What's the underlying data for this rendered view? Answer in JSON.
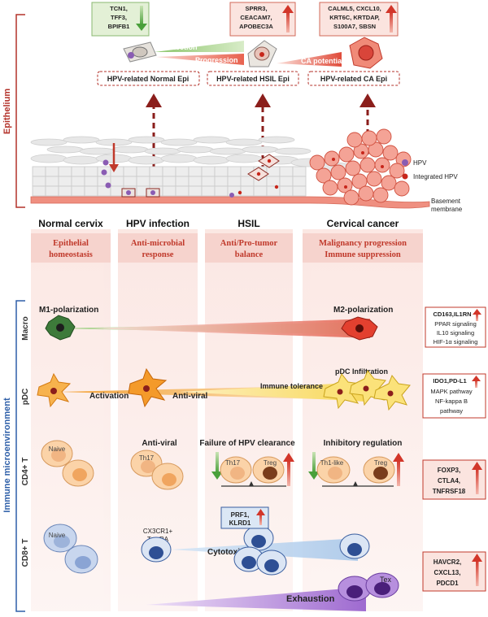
{
  "sections": {
    "epithelium": "Epithelium",
    "immune": "Immune microenvironment"
  },
  "gene_boxes": {
    "normal": [
      "TCN1,",
      "TFF3,",
      "BPIFB1"
    ],
    "hsil": [
      "SPRR3,",
      "CEACAM7,",
      "APOBEC3A"
    ],
    "ca": [
      "CALML5, CXCL10,",
      "KRT6C, KRTDAP,",
      "S100A7, SBSN"
    ],
    "macro": [
      "CD163,IL1RN",
      "PPAR signaling",
      "IL10 signaling",
      "HIF-1α signaling"
    ],
    "pdc": [
      "IDO1,PD-L1",
      "MAPK pathway",
      "NF-kappa B",
      "pathway"
    ],
    "cd4": [
      "FOXP3,",
      "CTLA4,",
      "TNFRSF18"
    ],
    "cd8": [
      "HAVCR2,",
      "CXCL13,",
      "PDCD1"
    ],
    "prf": [
      "PRF1,",
      "KLRD1"
    ]
  },
  "labels": {
    "protection": "Protection",
    "progression": "Progression",
    "ca_potential": "CA potential",
    "epi_normal": "HPV-related Normal Epi",
    "epi_hsil": "HPV-related HSIL Epi",
    "epi_ca": "HPV-related CA Epi",
    "legend_hpv": "HPV",
    "legend_integrated": "Integrated HPV",
    "basement_1": "Basement",
    "basement_2": "membrane"
  },
  "stages": [
    {
      "title": "Normal cervix",
      "desc1": "Epithelial",
      "desc2": "homeostasis"
    },
    {
      "title": "HPV infection",
      "desc1": "Anti-microbial",
      "desc2": "response"
    },
    {
      "title": "HSIL",
      "desc1": "Anti/Pro-tumor",
      "desc2": "balance"
    },
    {
      "title": "Cervical cancer",
      "desc1": "Malignancy progression",
      "desc2": "Immune suppression"
    }
  ],
  "rows": {
    "macro": "Macro",
    "pdc": "pDC",
    "cd4": "CD4+ T",
    "cd8": "CD8+ T"
  },
  "immune": {
    "m1": "M1-polarization",
    "m2": "M2-polarization",
    "pdc_infiltration": "pDC Infiltration",
    "activation": "Activation",
    "anti_viral": "Anti-viral",
    "immune_tolerance": "Immune tolerance",
    "naive": "Naive",
    "anti_viral_cd4": "Anti-viral",
    "th17": "Th17",
    "failure": "Failure of HPV clearance",
    "th17b": "Th17",
    "treg": "Treg",
    "inhibitory": "Inhibitory regulation",
    "th1like": "Th1-like",
    "treg2": "Treg",
    "naive8": "Naive",
    "cx3cr1": "CX3CR1+",
    "temra": "TemRA",
    "cytotoxicity": "Cytotoxicity",
    "tex": "Tex",
    "exhaustion": "Exhaustion"
  },
  "colors": {
    "red_accent": "#c0392b",
    "blue_accent": "#2e5fa8",
    "green_box": "#e2efd5",
    "pink_band": "#f6d3cd"
  }
}
